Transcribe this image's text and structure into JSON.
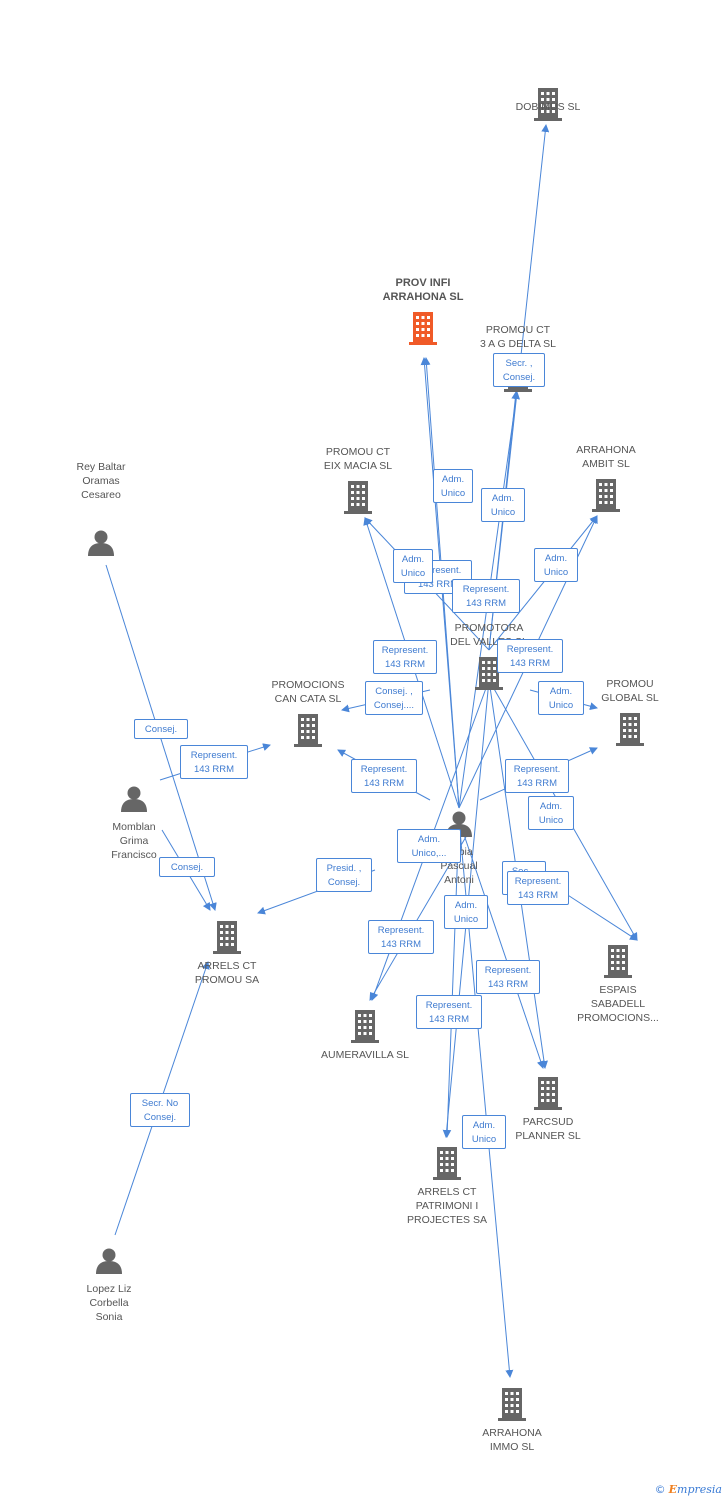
{
  "nodes": [
    {
      "id": "dobimus",
      "label": "DOBIMUS SL",
      "kind": "company"
    },
    {
      "id": "prov_infi",
      "label": "PROV INFI\nARRAHONA SL",
      "kind": "company",
      "main": true
    },
    {
      "id": "promouct_3ag",
      "label": "PROMOU CT\n3 A G DELTA SL",
      "kind": "company"
    },
    {
      "id": "promouct_eix",
      "label": "PROMOU CT\nEIX MACIA SL",
      "kind": "company"
    },
    {
      "id": "arrahona_ambit",
      "label": "ARRAHONA\nAMBIT  SL",
      "kind": "company"
    },
    {
      "id": "rey_baltar",
      "label": "Rey Baltar\nOramas\nCesareo",
      "kind": "person"
    },
    {
      "id": "promotora_valles",
      "label": "PROMOTORA\nDEL VALLES SL",
      "kind": "company"
    },
    {
      "id": "promocions_cancata",
      "label": "PROMOCIONS\nCAN CATA SL",
      "kind": "company"
    },
    {
      "id": "promou_global",
      "label": "PROMOU\nGLOBAL  SL",
      "kind": "company"
    },
    {
      "id": "momblan",
      "label": "Momblan\nGrima\nFrancisco",
      "kind": "person"
    },
    {
      "id": "rubia",
      "label": "Rubia\nPascual\nAntoni",
      "kind": "person"
    },
    {
      "id": "arrels_promou",
      "label": "ARRELS CT\nPROMOU SA",
      "kind": "company"
    },
    {
      "id": "espais",
      "label": "ESPAIS\nSABADELL\nPROMOCIONS...",
      "kind": "company"
    },
    {
      "id": "aumeravilla",
      "label": "AUMERAVILLA SL",
      "kind": "company"
    },
    {
      "id": "parcsud",
      "label": "PARCSUD\nPLANNER SL",
      "kind": "company"
    },
    {
      "id": "arrels_patrimoni",
      "label": "ARRELS CT\nPATRIMONI I\nPROJECTES SA",
      "kind": "company"
    },
    {
      "id": "lopez",
      "label": "Lopez Liz\nCorbella\nSonia",
      "kind": "person"
    },
    {
      "id": "arrahona_immo",
      "label": "ARRAHONA\nIMMO  SL",
      "kind": "company"
    }
  ],
  "edge_labels": [
    "Secr. ,\nConsej.",
    "Adm.\nUnico",
    "Adm.\nUnico",
    "Adm.\nUnico",
    "Represent.\n143 RRM",
    "Adm.\nUnico",
    "Represent.\n143 RRM",
    "Represent.\n143 RRM",
    "Represent.\n143 RRM",
    "Consej. ,\nConsej....",
    "Adm.\nUnico",
    "Consej.",
    "Represent.\n143 RRM",
    "Represent.\n143 RRM",
    "Represent.\n143 RRM",
    "Adm.\nUnico",
    "Adm.\nUnico,...",
    "Consej.",
    "Presid. ,\nConsej.",
    "Sec...\nÚ...",
    "Represent.\n143 RRM",
    "Adm.\nUnico",
    "Represent.\n143 RRM",
    "Represent.\n143 RRM",
    "Represent.\n143 RRM",
    "Secr.  No\nConsej.",
    "Adm.\nUnico"
  ],
  "brand": {
    "copyright": "©",
    "name_e": "E",
    "name_rest": "mpresia"
  },
  "colors": {
    "edge": "#4a86d8",
    "node": "#666666",
    "main_node": "#f05a28"
  }
}
